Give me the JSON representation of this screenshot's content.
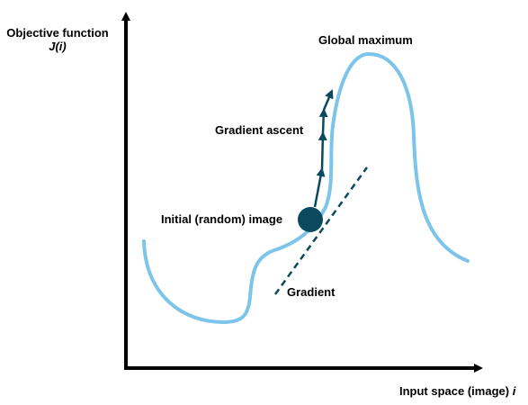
{
  "y_axis": {
    "title": "Objective function",
    "symbol": "J(i)"
  },
  "x_axis": {
    "title": "Input space (image)",
    "symbol": "i"
  },
  "annotations": {
    "global_maximum": "Global maximum",
    "gradient_ascent": "Gradient ascent",
    "initial_image": "Initial (random) image",
    "gradient": "Gradient"
  },
  "colors": {
    "curve": "#7cc4ea",
    "point": "#0b4a5e",
    "arrow": "#0b4a5e",
    "tangent": "#0b4a5e",
    "axis": "#000000"
  }
}
